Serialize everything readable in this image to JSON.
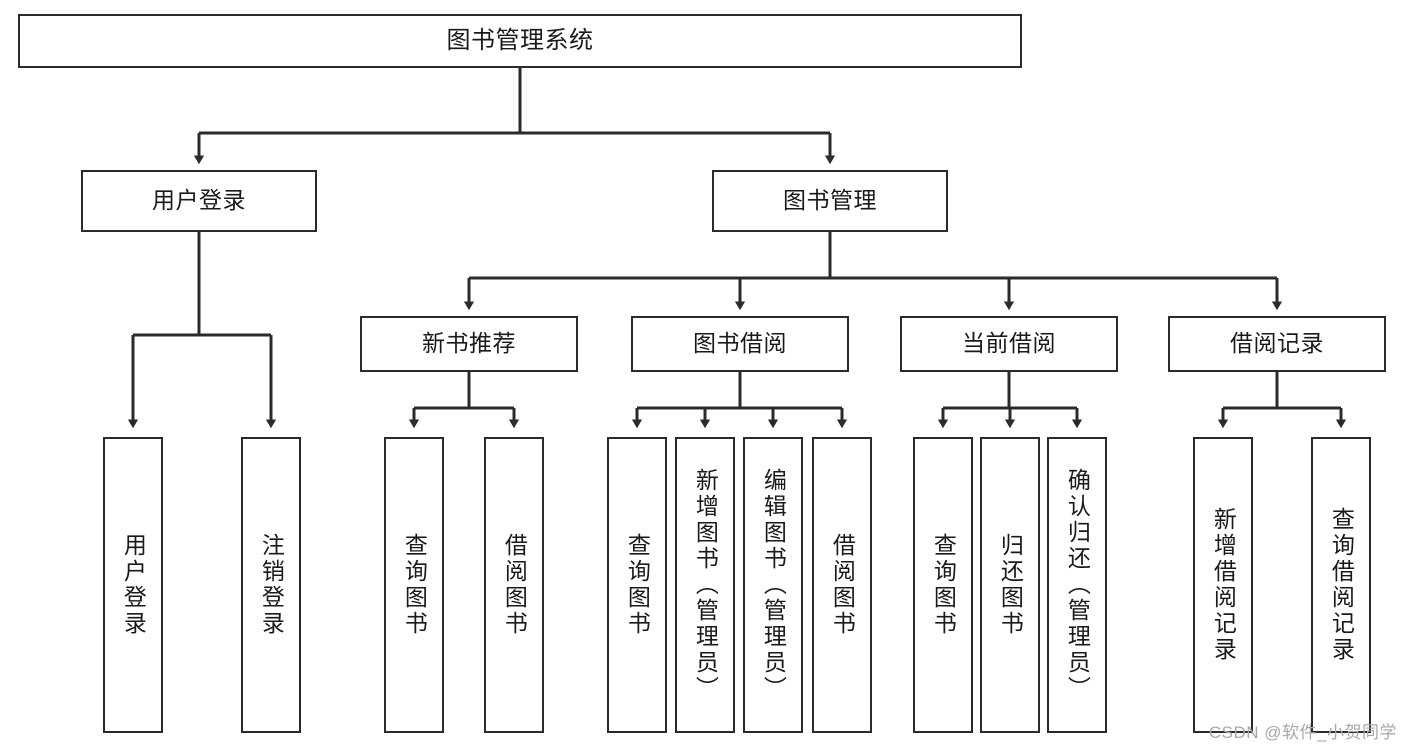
{
  "diagram": {
    "title": "图书管理系统",
    "type": "tree-hierarchy",
    "root": {
      "label": "图书管理系统"
    },
    "level2": [
      {
        "label": "用户登录"
      },
      {
        "label": "图书管理"
      }
    ],
    "level3": [
      {
        "label": "新书推荐"
      },
      {
        "label": "图书借阅"
      },
      {
        "label": "当前借阅"
      },
      {
        "label": "借阅记录"
      }
    ],
    "leaves": {
      "user_login": [
        {
          "label": "用户登录"
        },
        {
          "label": "注销登录"
        }
      ],
      "new_book_recommend": [
        {
          "label": "查询图书"
        },
        {
          "label": "借阅图书"
        }
      ],
      "book_borrow": [
        {
          "label": "查询图书"
        },
        {
          "label": "新增图书（管理员）"
        },
        {
          "label": "编辑图书（管理员）"
        },
        {
          "label": "借阅图书"
        }
      ],
      "current_borrow": [
        {
          "label": "查询图书"
        },
        {
          "label": "归还图书"
        },
        {
          "label": "确认归还（管理员）"
        }
      ],
      "borrow_record": [
        {
          "label": "新增借阅记录"
        },
        {
          "label": "查询借阅记录"
        }
      ]
    }
  },
  "watermark": {
    "text": "CSDN @软件_小贺同学"
  },
  "colors": {
    "stroke": "#2b2b2b",
    "background": "#ffffff",
    "text": "#1a1a1a",
    "watermark": "#a8a8a8"
  }
}
